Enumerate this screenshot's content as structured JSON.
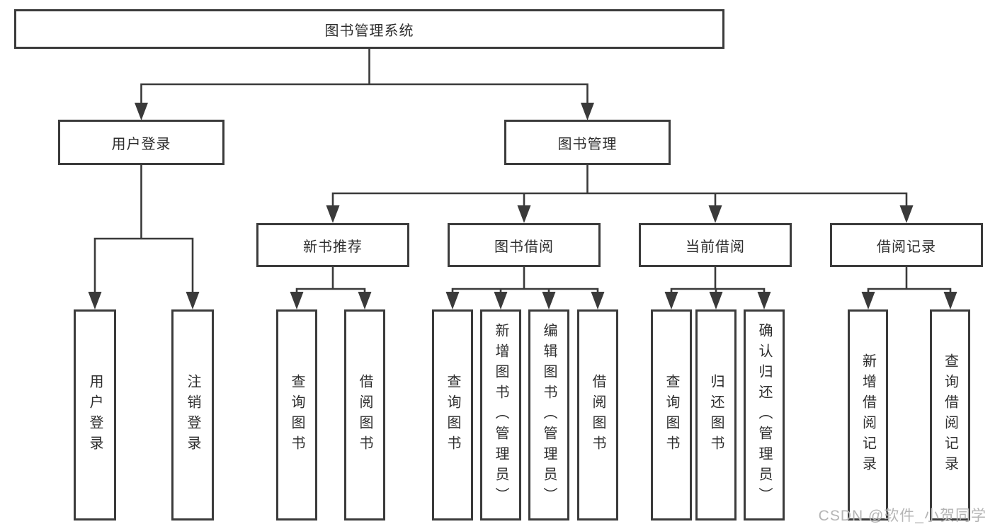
{
  "tree": {
    "label": "图书管理系统",
    "children": [
      {
        "label": "用户登录",
        "children": [
          {
            "label": "用户登录"
          },
          {
            "label": "注销登录"
          }
        ]
      },
      {
        "label": "图书管理",
        "children": [
          {
            "label": "新书推荐",
            "children": [
              {
                "label": "查询图书"
              },
              {
                "label": "借阅图书"
              }
            ]
          },
          {
            "label": "图书借阅",
            "children": [
              {
                "label": "查询图书"
              },
              {
                "label": "新增图书（管理员）"
              },
              {
                "label": "编辑图书（管理员）"
              },
              {
                "label": "借阅图书"
              }
            ]
          },
          {
            "label": "当前借阅",
            "children": [
              {
                "label": "查询图书"
              },
              {
                "label": "归还图书"
              },
              {
                "label": "确认归还（管理员）"
              }
            ]
          },
          {
            "label": "借阅记录",
            "children": [
              {
                "label": "新增借阅记录"
              },
              {
                "label": "查询借阅记录"
              }
            ]
          }
        ]
      }
    ]
  },
  "watermark": "CSDN @软件_小贺同学",
  "colors": {
    "line": "#3a3a3a",
    "border": "#3b3b3b",
    "text": "#2e2e2e",
    "watermark": "#b5b5b5",
    "background": "#ffffff"
  }
}
